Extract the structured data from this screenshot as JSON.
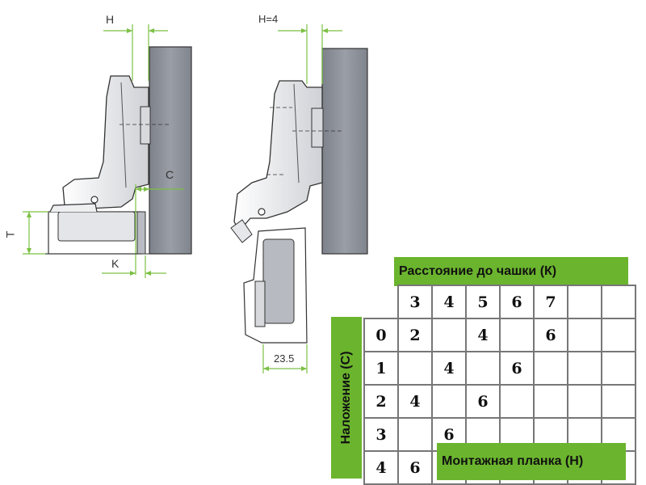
{
  "labels": {
    "h_left": "H",
    "h_right": "H=4",
    "c": "C",
    "t": "T",
    "k": "K",
    "dim_23_5": "23.5"
  },
  "table": {
    "cup_distance_title": "Расстояние до чашки (К)",
    "overlay_title": "Наложение (С)",
    "mounting_plate_title": "Монтажная планка (Н)",
    "column_headers": [
      "3",
      "4",
      "5",
      "6",
      "7",
      "",
      ""
    ],
    "rows": [
      {
        "overlay": "0",
        "cells": [
          "2",
          "",
          "4",
          "",
          "6",
          "",
          ""
        ]
      },
      {
        "overlay": "1",
        "cells": [
          "",
          "4",
          "",
          "6",
          "",
          "",
          ""
        ]
      },
      {
        "overlay": "2",
        "cells": [
          "4",
          "",
          "6",
          "",
          "",
          "",
          ""
        ]
      },
      {
        "overlay": "3",
        "cells": [
          "",
          "6",
          "",
          "",
          "",
          "",
          ""
        ]
      },
      {
        "overlay": "4",
        "cells": [
          "6",
          "",
          "",
          "",
          "",
          "",
          ""
        ]
      }
    ]
  },
  "colors": {
    "accent_green": "#6bb52e",
    "dimension_green": "#7bc043",
    "panel_gray": "#8a8d96"
  }
}
